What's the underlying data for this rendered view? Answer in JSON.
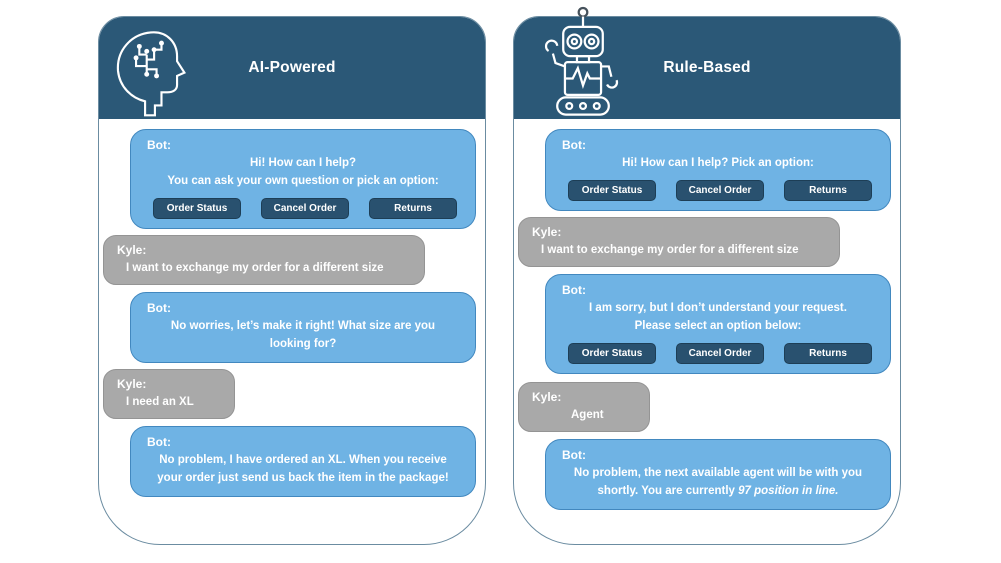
{
  "panels": {
    "left": {
      "title": "AI-Powered",
      "icon": "ai-head-circuit",
      "messages": [
        {
          "sender": "Bot:",
          "lines": [
            "Hi! How can I help?",
            "You can ask your own question or pick an option:"
          ],
          "buttons": [
            "Order Status",
            "Cancel Order",
            "Returns"
          ]
        },
        {
          "sender": "Kyle:",
          "lines": [
            "I want to exchange my order for a different size"
          ]
        },
        {
          "sender": "Bot:",
          "lines": [
            "No worries, let’s make it right! What size are you",
            "looking for?"
          ]
        },
        {
          "sender": "Kyle:",
          "lines": [
            "I need an XL"
          ]
        },
        {
          "sender": "Bot:",
          "lines": [
            "No problem, I have ordered an XL. When you receive",
            "your order just send us back the item in the package!"
          ]
        }
      ]
    },
    "right": {
      "title": "Rule-Based",
      "icon": "robot",
      "messages": [
        {
          "sender": "Bot:",
          "lines": [
            "Hi! How can I help? Pick an option:"
          ],
          "buttons": [
            "Order Status",
            "Cancel Order",
            "Returns"
          ]
        },
        {
          "sender": "Kyle:",
          "lines": [
            "I want to exchange my order for a different size"
          ]
        },
        {
          "sender": "Bot:",
          "lines": [
            "I am sorry, but I don’t understand your request.",
            "Please select an option below:"
          ],
          "buttons": [
            "Order Status",
            "Cancel Order",
            "Returns"
          ]
        },
        {
          "sender": "Kyle:",
          "lines": [
            "Agent"
          ]
        },
        {
          "sender": "Bot:",
          "lines": [
            "No problem, the next available agent will be with you"
          ],
          "line2_prefix": "shortly. You are currently ",
          "line2_italic": "97 position in line."
        }
      ]
    }
  },
  "colors": {
    "header_blue": "#2B5877",
    "bot_bubble": "#6FB3E4",
    "bot_bubble_border": "#4288BF",
    "user_bubble": "#A9A9A9",
    "button_blue": "#29516F",
    "panel_border": "#6B8CA1",
    "text": "#FFFFFF"
  }
}
